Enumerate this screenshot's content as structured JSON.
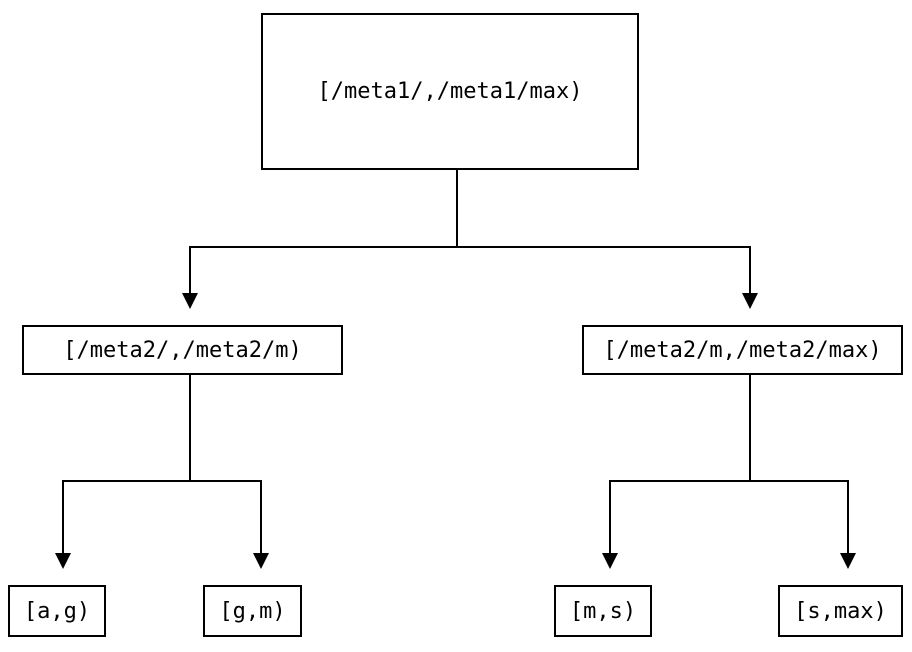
{
  "diagram": {
    "type": "tree",
    "background": "#ffffff",
    "line_color": "#000000",
    "text_color": "#000000",
    "nodes": {
      "root": {
        "label": "[/meta1/,/meta1/max)"
      },
      "left_child": {
        "label": "[/meta2/,/meta2/m)"
      },
      "right_child": {
        "label": "[/meta2/m,/meta2/max)"
      },
      "leaf_ag": {
        "label": "[a,g)"
      },
      "leaf_gm": {
        "label": "[g,m)"
      },
      "leaf_ms": {
        "label": "[m,s)"
      },
      "leaf_smax": {
        "label": "[s,max)"
      }
    },
    "edges": [
      {
        "from": "root",
        "to": "left_child"
      },
      {
        "from": "root",
        "to": "right_child"
      },
      {
        "from": "left_child",
        "to": "leaf_ag"
      },
      {
        "from": "left_child",
        "to": "leaf_gm"
      },
      {
        "from": "right_child",
        "to": "leaf_ms"
      },
      {
        "from": "right_child",
        "to": "leaf_smax"
      }
    ]
  }
}
